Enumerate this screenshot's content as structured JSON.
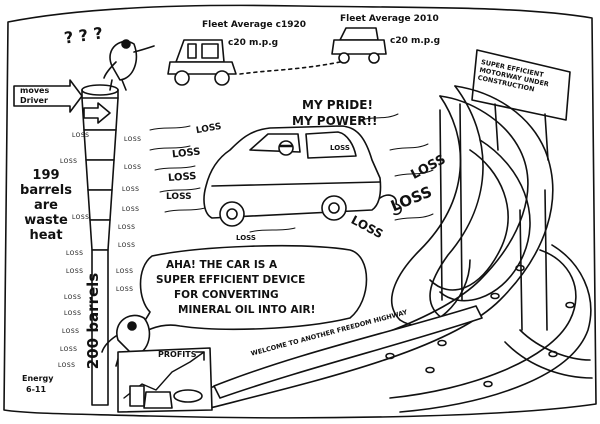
{
  "cartoon": {
    "fleet_1920": "Fleet Average c1920",
    "fleet_1920_mpg": "c20 m.p.g",
    "fleet_2010": "Fleet Average 2010",
    "fleet_2010_mpg": "c20 m.p.g",
    "sign_line1": "SUPER EFFICIENT",
    "sign_line2": "MOTORWAY UNDER",
    "sign_line3": "CONSTRUCTION",
    "moves_driver_1": "moves",
    "moves_driver_2": "Driver",
    "barrels_waste": [
      "199",
      "barrels",
      "are",
      "waste",
      "heat"
    ],
    "barrels_total": "200 barrels",
    "driver_quote_1": "MY PRIDE!",
    "driver_quote_2": "MY POWER!!",
    "speech_1": "AHA! THE CAR IS A",
    "speech_2": "SUPER EFFICIENT DEVICE",
    "speech_3": "FOR CONVERTING",
    "speech_4": "MINERAL OIL INTO AIR!",
    "profits": "PROFITS",
    "energy_credit_1": "Energy",
    "energy_credit_2": "6-11",
    "highway_banner": "WELCOME TO ANOTHER FREEDOM HIGHWAY",
    "question_marks": "? ? ?",
    "small_loss": "LOSS",
    "loss_big": "LOSS",
    "ink_color": "#111111"
  }
}
